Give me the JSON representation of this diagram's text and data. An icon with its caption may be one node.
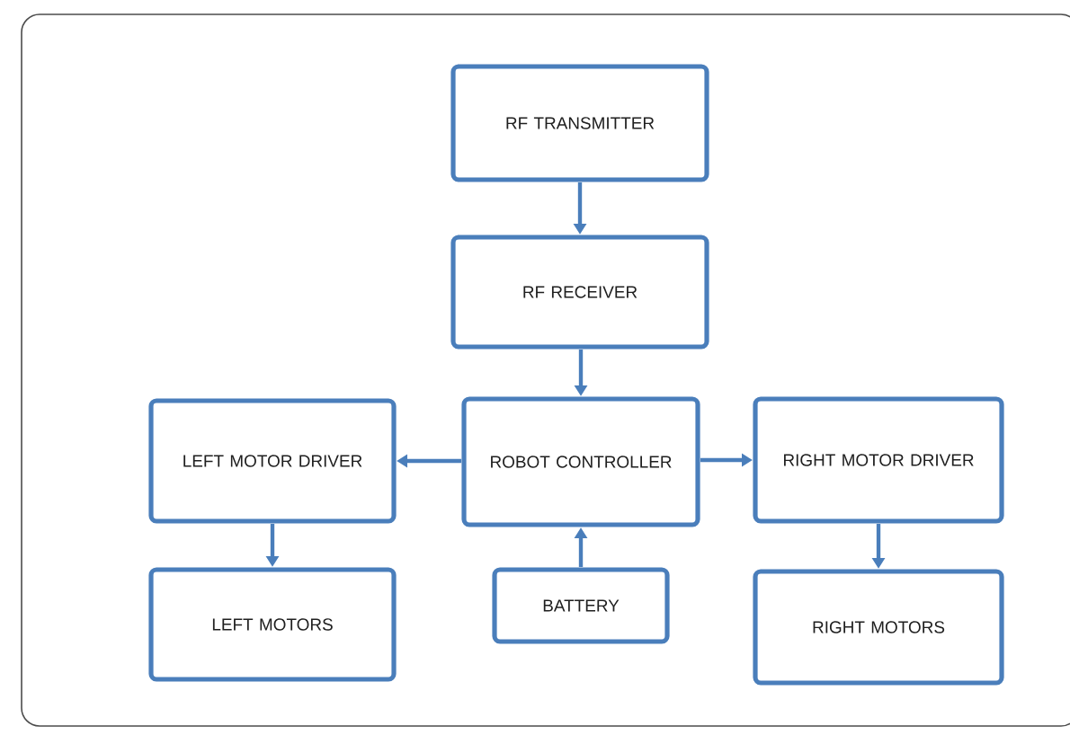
{
  "diagram": {
    "nodes": [
      {
        "text": [
          "RF TRANSMITTER"
        ]
      },
      {
        "text": [
          "RF RECEIVER"
        ]
      },
      {
        "text": [
          "ROBOT CONTROLLER"
        ]
      },
      {
        "text": [
          "LEFT MOTOR DRIVER"
        ]
      },
      {
        "text": [
          "LEFT MOTORS"
        ]
      },
      {
        "text": [
          "BATTERY"
        ]
      },
      {
        "text": [
          "RIGHT MOTOR DRIVER"
        ]
      },
      {
        "text": [
          "RIGHT MOTORS"
        ]
      }
    ],
    "edges": [
      {
        "from": 0,
        "to": 1,
        "arrow": "to"
      },
      {
        "from": 1,
        "to": 2,
        "arrow": "to"
      },
      {
        "from": 2,
        "to": 3,
        "arrow": "to"
      },
      {
        "from": 2,
        "to": 6,
        "arrow": "to"
      },
      {
        "from": 3,
        "to": 4,
        "arrow": "to"
      },
      {
        "from": 6,
        "to": 7,
        "arrow": "to"
      },
      {
        "from": 5,
        "to": 2,
        "arrow": "to"
      }
    ]
  }
}
